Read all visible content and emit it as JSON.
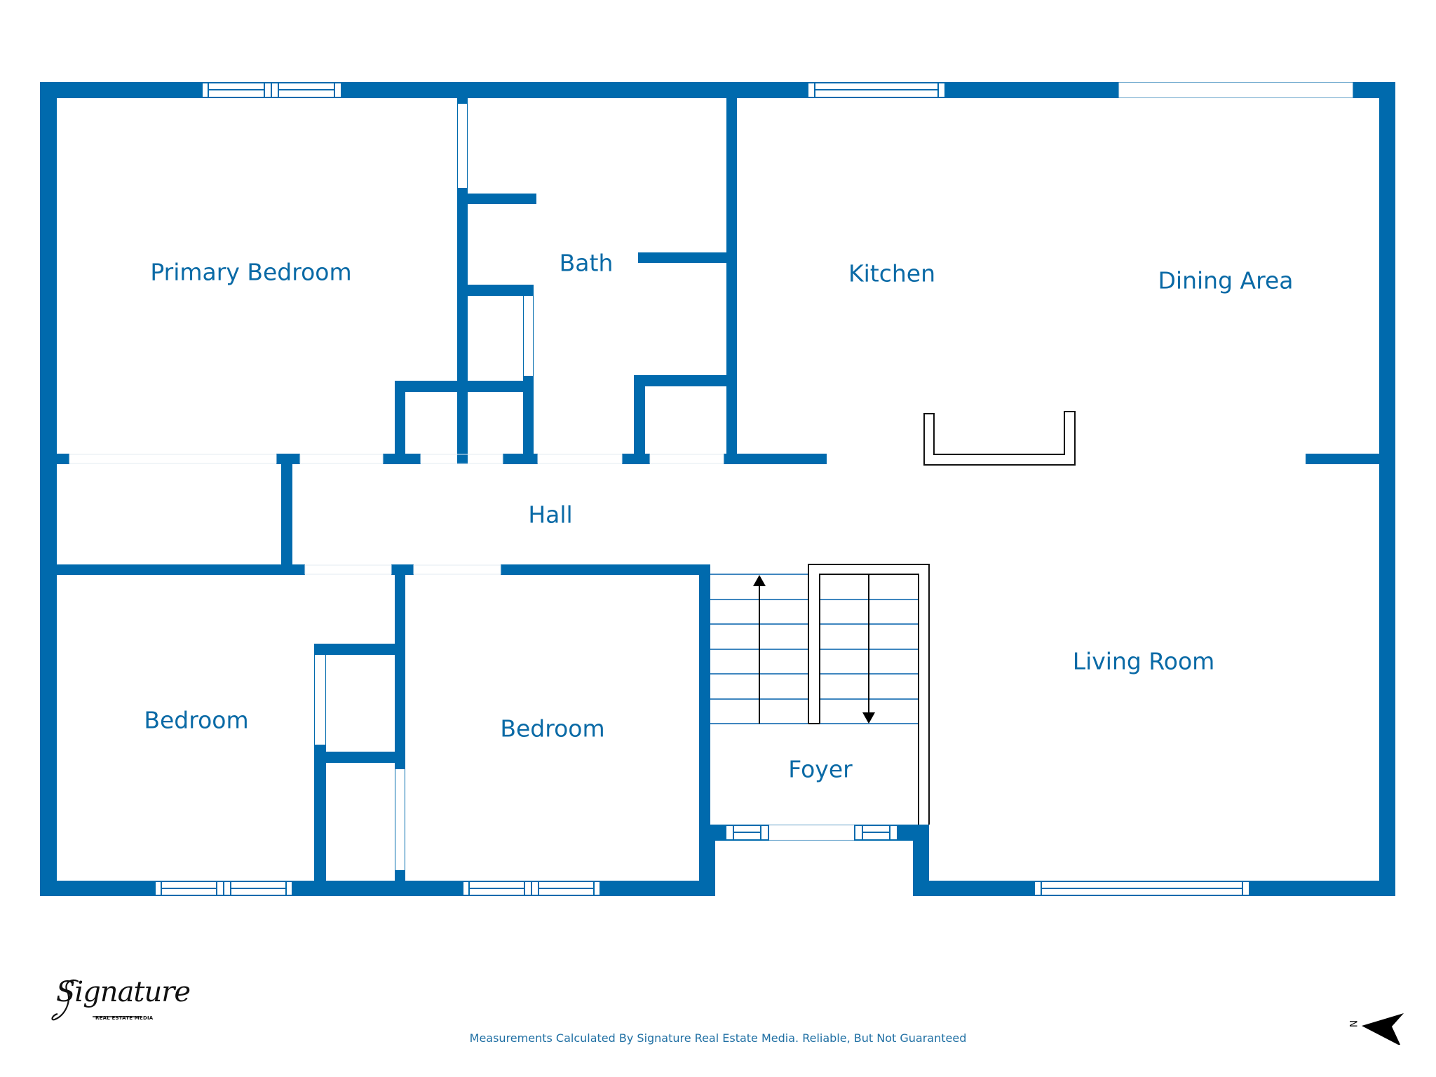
{
  "plan": {
    "rooms": {
      "primary_bedroom": "Primary Bedroom",
      "bath": "Bath",
      "kitchen": "Kitchen",
      "dining_area": "Dining Area",
      "hall": "Hall",
      "living_room": "Living Room",
      "bedroom_left": "Bedroom",
      "bedroom_center": "Bedroom",
      "foyer": "Foyer"
    },
    "wall_color": "#006aad",
    "label_color": "#0a6aa6"
  },
  "footer": {
    "disclaimer": "Measurements Calculated By Signature Real Estate Media. Reliable, But Not Guaranteed"
  },
  "logo": {
    "script": "Signature",
    "subtitle": "REAL ESTATE MEDIA"
  },
  "compass": {
    "north_label": "N",
    "icon": "north-arrow-icon"
  }
}
